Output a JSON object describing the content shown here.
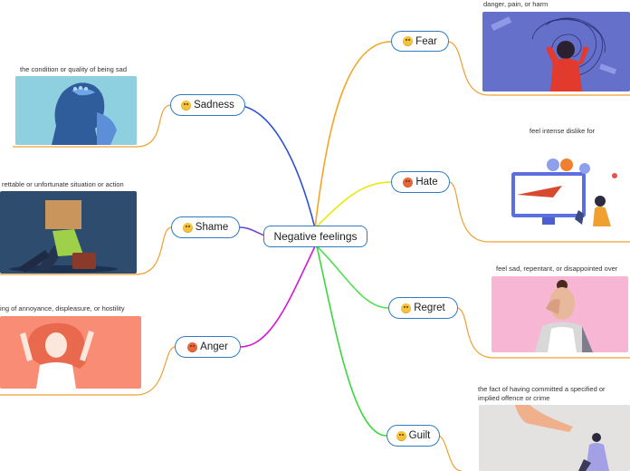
{
  "center": {
    "label": "Negative feelings"
  },
  "branches": [
    {
      "key": "fear",
      "label": "Fear",
      "emoji": "fearful-face-icon",
      "definition": "danger, pain, or harm"
    },
    {
      "key": "sadness",
      "label": "Sadness",
      "emoji": "sad-face-icon",
      "definition": "the condition or quality of being sad"
    },
    {
      "key": "hate",
      "label": "Hate",
      "emoji": "angry-red-face-icon",
      "definition": "feel intense dislike for"
    },
    {
      "key": "shame",
      "label": "Shame",
      "emoji": "ashamed-face-icon",
      "definition": "rettable or unfortunate situation or action"
    },
    {
      "key": "regret",
      "label": "Regret",
      "emoji": "pensive-face-icon",
      "definition": "feel sad, repentant, or disappointed over"
    },
    {
      "key": "anger",
      "label": "Anger",
      "emoji": "angry-red-face-icon",
      "definition": "ing of annoyance, displeasure, or hostility"
    },
    {
      "key": "guilt",
      "label": "Guilt",
      "emoji": "anxious-face-icon",
      "definition": "the fact of having committed a specified or implied offence or crime"
    }
  ],
  "colors": {
    "sadness_branch": "#2a4fd8",
    "fear_branch": "#f4a623",
    "hate_branch": "#e8e800",
    "shame_branch": "#6f3fd0",
    "regret_branch": "#4de04d",
    "anger_branch": "#d21ad8",
    "guilt_branch": "#3ad83a",
    "callout": "#f0a030"
  }
}
